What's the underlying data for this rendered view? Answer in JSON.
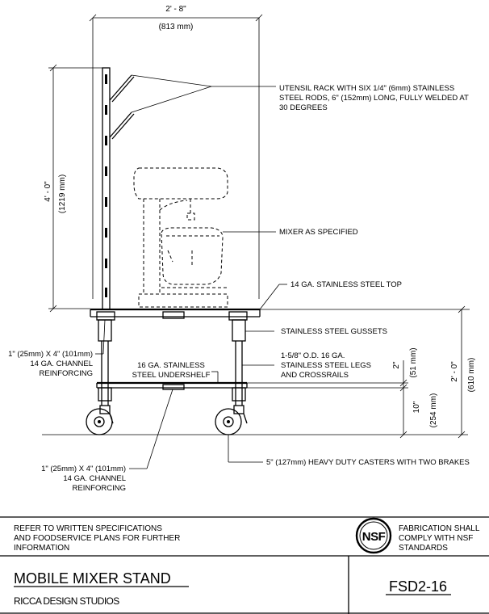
{
  "dimensions": {
    "width_imperial": "2' - 8\"",
    "width_metric": "(813 mm)",
    "rack_height_imperial": "4' - 0\"",
    "rack_height_metric": "(1219 mm)",
    "table_height_imperial": "2' - 0\"",
    "table_height_metric": "(610 mm)",
    "gap_imperial": "2\"",
    "gap_metric": "(51 mm)",
    "shelf_height_imperial": "10\"",
    "shelf_height_metric": "(254 mm)"
  },
  "callouts": {
    "utensil_rack": [
      "UTENSIL RACK WITH SIX 1/4\" (6mm) STAINLESS",
      "STEEL RODS, 6\" (152mm) LONG, FULLY WELDED AT",
      "30 DEGREES"
    ],
    "mixer": "MIXER AS SPECIFIED",
    "top": "14 GA. STAINLESS STEEL TOP",
    "gussets": "STAINLESS STEEL GUSSETS",
    "legs": [
      "1-5/8\" O.D. 16 GA.",
      "STAINLESS STEEL LEGS",
      "AND CROSSRAILS"
    ],
    "undershelf": [
      "16 GA. STAINLESS",
      "STEEL UNDERSHELF"
    ],
    "channel_upper": [
      "1\" (25mm) X 4\" (101mm)",
      "14 GA. CHANNEL",
      "REINFORCING"
    ],
    "channel_lower": [
      "1\" (25mm) X 4\" (101mm)",
      "14 GA. CHANNEL",
      "REINFORCING"
    ],
    "casters": "5\" (127mm)  HEAVY DUTY CASTERS WITH TWO BRAKES"
  },
  "title_block": {
    "spec_note": [
      "REFER TO WRITTEN SPECIFICATIONS",
      "AND FOODSERVICE PLANS FOR FURTHER",
      "INFORMATION"
    ],
    "nsf_logo": "NSF",
    "nsf_note": [
      "FABRICATION SHALL",
      "COMPLY WITH NSF",
      "STANDARDS"
    ],
    "title": "MOBILE MIXER STAND",
    "studio": "RICCA DESIGN STUDIOS",
    "drawing_number": "FSD2-16"
  },
  "icons": {
    "nsf": "nsf-certification-logo"
  }
}
